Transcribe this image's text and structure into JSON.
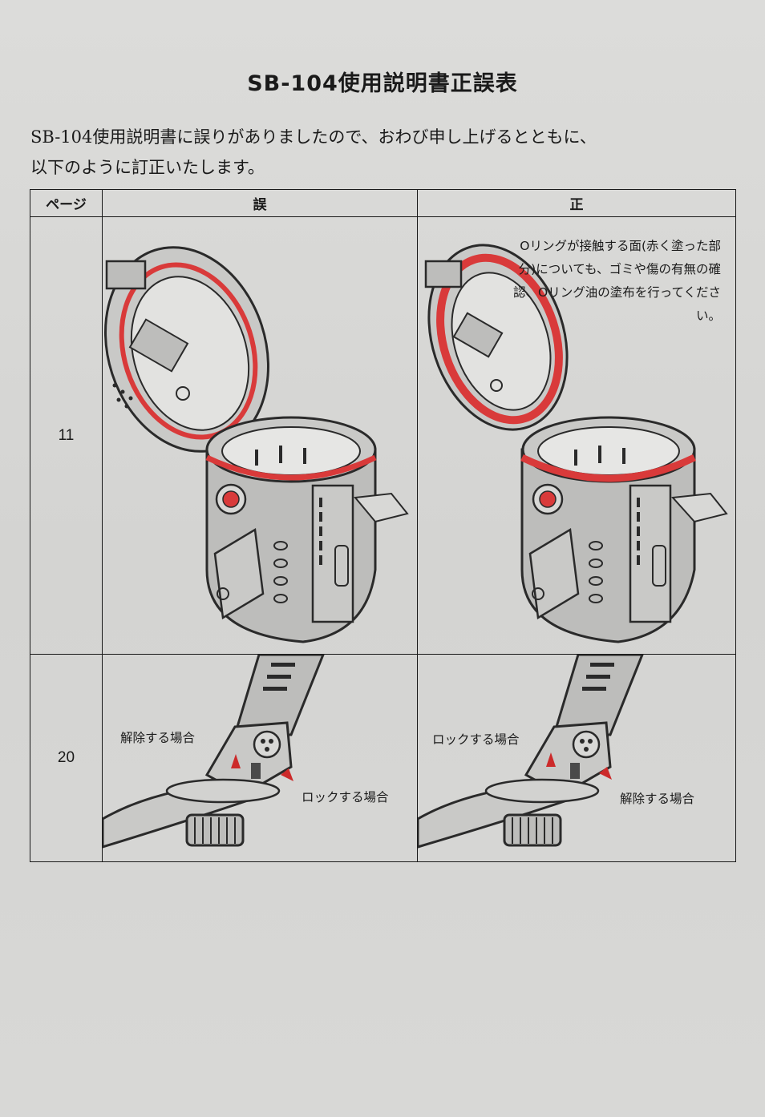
{
  "document": {
    "title": "SB-104使用説明書正誤表",
    "intro_line1": "SB-104使用説明書に誤りがありましたので、おわび申し上げるとともに、",
    "intro_line2": "以下のように訂正いたします。"
  },
  "table": {
    "headers": {
      "page": "ページ",
      "wrong": "誤",
      "correct": "正"
    },
    "rows": [
      {
        "page": "11",
        "correct_note": "Oリングが接触する面(赤く塗った部分)についても、ゴミや傷の有無の確認、Oリング油の塗布を行ってください。"
      },
      {
        "page": "20",
        "wrong_label_release": "解除する場合",
        "wrong_label_lock": "ロックする場合",
        "correct_label_lock": "ロックする場合",
        "correct_label_release": "解除する場合"
      }
    ]
  },
  "colors": {
    "highlight_red": "#d93a3a",
    "arrow_red": "#cc2a2a",
    "line_art": "#2a2a2a",
    "body_gray": "#bdbdbb"
  }
}
